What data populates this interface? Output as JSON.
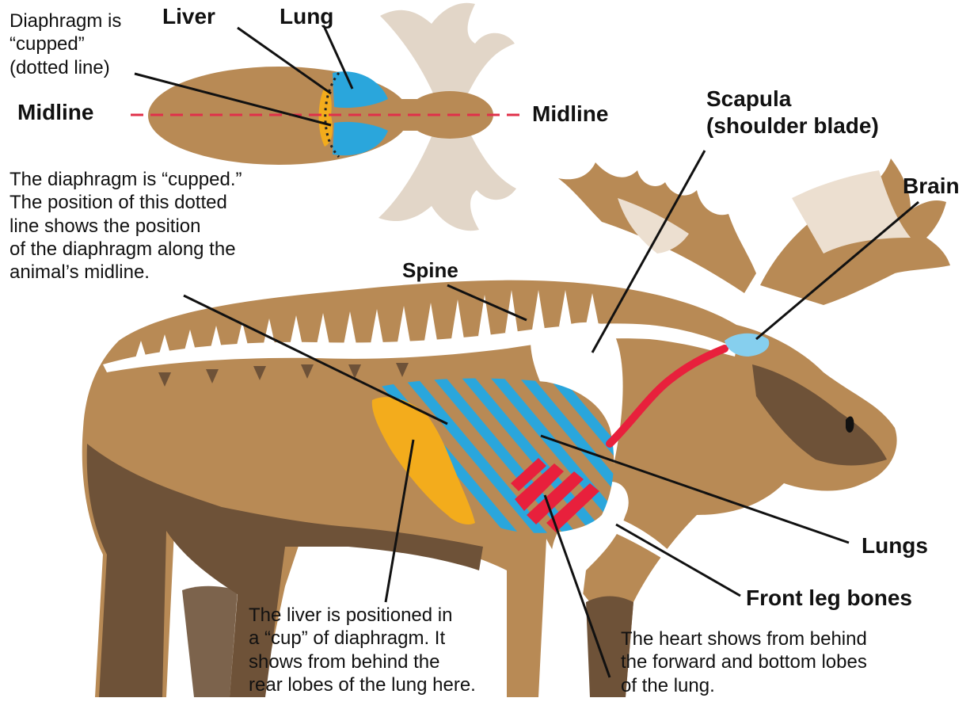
{
  "labels": {
    "liver": "Liver",
    "lung": "Lung",
    "midline_left": "Midline",
    "midline_right": "Midline",
    "diaphragm_cupped": [
      "Diaphragm is",
      "“cupped”",
      "(dotted line)"
    ],
    "scapula": [
      "Scapula",
      "(shoulder blade)"
    ],
    "brain": "Brain",
    "spine": "Spine",
    "lungs": "Lungs",
    "front_leg_bones": "Front leg bones"
  },
  "notes": {
    "diaphragm": [
      "The diaphragm is “cupped.”",
      "The position of this dotted",
      "line shows the position",
      "of the diaphragm along the",
      "animal’s midline."
    ],
    "liver": [
      "The liver is positioned in",
      "a “cup” of diaphragm. It",
      "shows from behind the",
      "rear lobes of the lung here."
    ],
    "heart": [
      "The heart shows from behind",
      "the forward and bottom lobes",
      "of the lung."
    ]
  },
  "colors": {
    "body_light": "#b88a55",
    "body_dark": "#6e5238",
    "antler": "#e2d6c8",
    "lung": "#2aa6dc",
    "liver": "#f3ac1c",
    "heart": "#e8203c",
    "bone": "#ffffff",
    "midline": "#e0304a",
    "brain": "#86cfee"
  }
}
